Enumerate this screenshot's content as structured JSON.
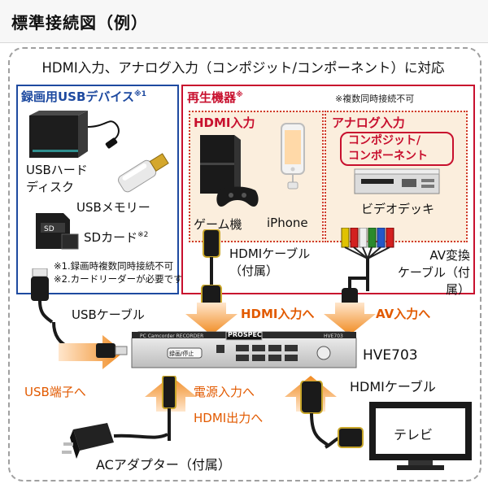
{
  "header": {
    "title": "標準接続図（例）"
  },
  "subtitle": "HDMI入力、アナログ入力（コンポジット/コンポーネント）に対応",
  "usb_devices": {
    "title": "録画用USBデバイス",
    "title_sup": "※1",
    "hdd_label_line1": "USBハード",
    "hdd_label_line2": "ディスク",
    "memory_label": "USBメモリー",
    "sd_label": "SDカード",
    "sd_sup": "※2",
    "note1": "※1.録画時複数同時接続不可",
    "note2": "※2.カードリーダーが必要です"
  },
  "playback": {
    "title": "再生機器",
    "title_sup": "※",
    "note": "※複数同時接続不可",
    "hdmi_section": {
      "title": "HDMI入力",
      "game_label": "ゲーム機",
      "phone_label": "iPhone"
    },
    "analog_section": {
      "title": "アナログ入力",
      "sub_line1": "コンポジット/",
      "sub_line2": "コンポーネント",
      "vcr_label": "ビデオデッキ"
    }
  },
  "cables": {
    "hdmi_cable_in_line1": "HDMIケーブル",
    "hdmi_cable_in_line2": "（付属）",
    "av_cable_line1": "AV変換",
    "av_cable_line2": "ケーブル（付属）",
    "usb_cable": "USBケーブル",
    "hdmi_cable_out": "HDMIケーブル",
    "ac_adapter": "ACアダプター（付属）"
  },
  "arrows": {
    "hdmi_in": "HDMI入力へ",
    "av_in": "AV入力へ",
    "usb_port": "USB端子へ",
    "power_in": "電源入力へ",
    "hdmi_out": "HDMI出力へ"
  },
  "device": {
    "model": "HVE703",
    "brand": "PROSPEC",
    "front_left_small": "PC Camcorder RECORDER",
    "front_right_small": "HVE703",
    "button_record": "録画/停止"
  },
  "tv": {
    "label": "テレビ"
  },
  "colors": {
    "accent_orange": "#e25a00",
    "accent_red": "#c8102e",
    "accent_blue": "#1e4aa0",
    "panel_bg": "#fbeedd"
  }
}
